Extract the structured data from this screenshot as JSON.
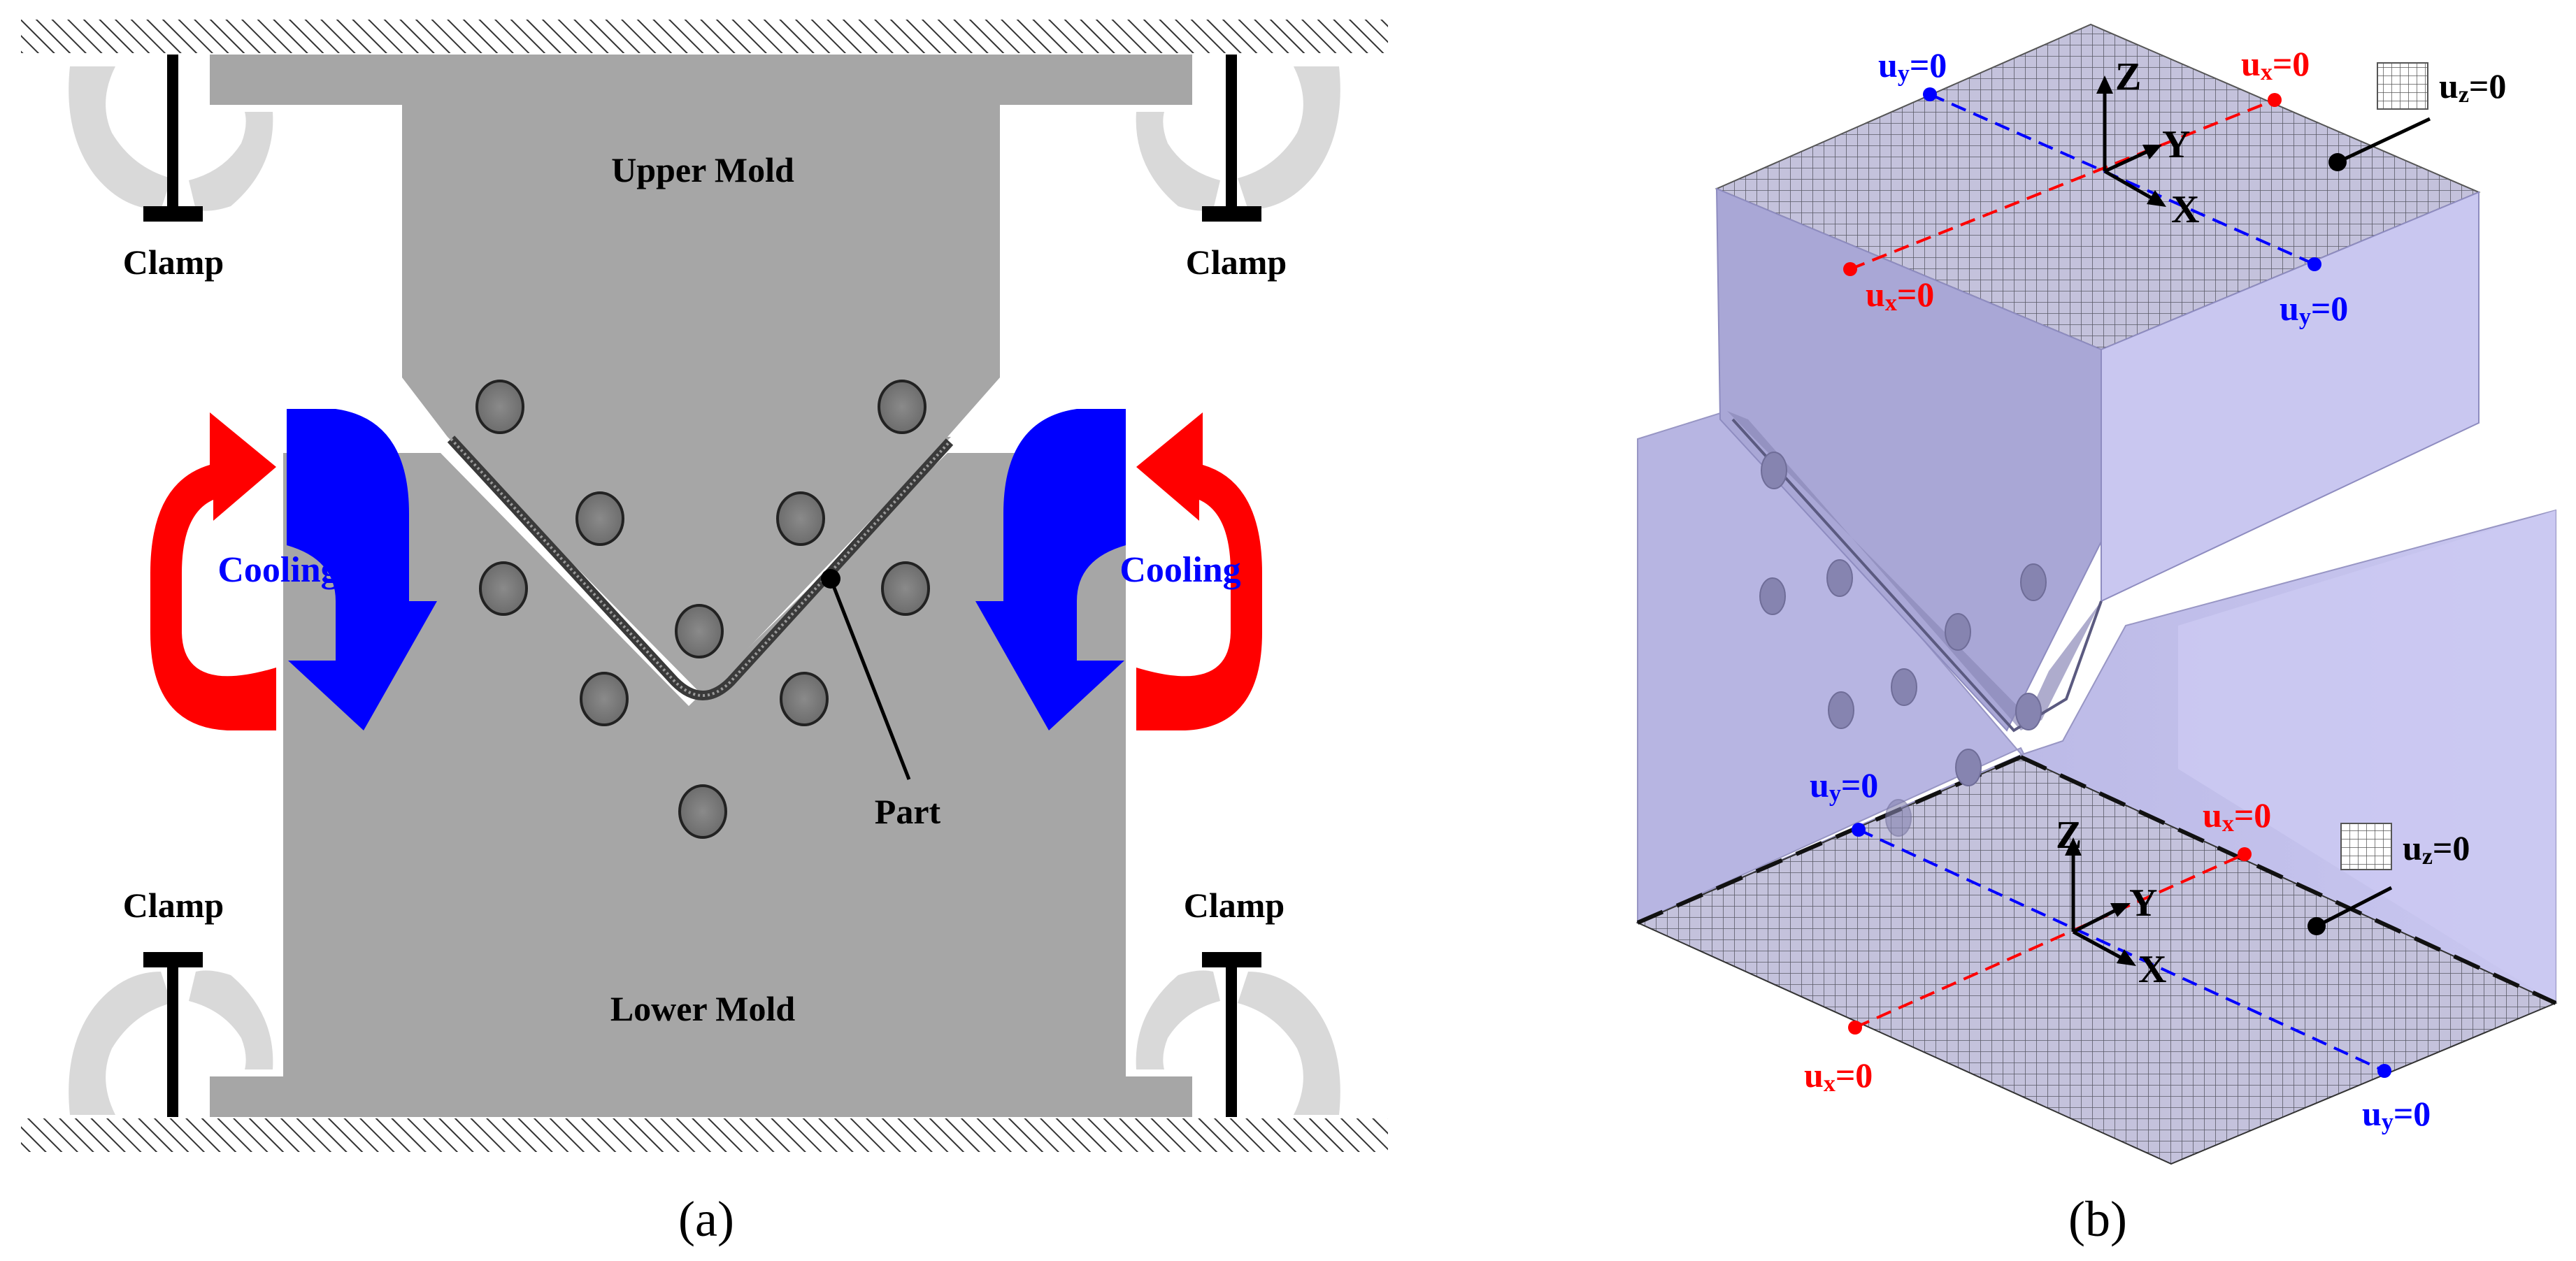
{
  "panel_a": {
    "upper_mold": "Upper Mold",
    "lower_mold": "Lower Mold",
    "clamp_tl": "Clamp",
    "clamp_tr": "Clamp",
    "clamp_bl": "Clamp",
    "clamp_br": "Clamp",
    "cooling_left": "Cooling",
    "cooling_right": "Cooling",
    "part": "Part",
    "caption": "(a)"
  },
  "panel_b": {
    "top": {
      "uy_a": {
        "main": "u",
        "sub": "y",
        "rest": "=0"
      },
      "ux_a": {
        "main": "u",
        "sub": "x",
        "rest": "=0"
      },
      "ux_b": {
        "main": "u",
        "sub": "x",
        "rest": "=0"
      },
      "uy_b": {
        "main": "u",
        "sub": "y",
        "rest": "=0"
      },
      "uz": {
        "main": "u",
        "sub": "z",
        "rest": "=0"
      },
      "axis_z": "Z",
      "axis_y": "Y",
      "axis_x": "X"
    },
    "bottom": {
      "uy_a": {
        "main": "u",
        "sub": "y",
        "rest": "=0"
      },
      "ux_a": {
        "main": "u",
        "sub": "x",
        "rest": "=0"
      },
      "ux_b": {
        "main": "u",
        "sub": "x",
        "rest": "=0"
      },
      "uy_b": {
        "main": "u",
        "sub": "y",
        "rest": "=0"
      },
      "uz": {
        "main": "u",
        "sub": "z",
        "rest": "=0"
      },
      "axis_z": "Z",
      "axis_y": "Y",
      "axis_x": "X"
    },
    "caption": "(b)"
  },
  "colors": {
    "mold": "#a6a6a6",
    "clamp": "#d9d9d9",
    "hot_arrow": "#ff0000",
    "cool_arrow": "#0000ff",
    "hole": "#7f7f7f",
    "block_face": "#bfbdea",
    "block_side": "#a9a7d6",
    "mesh": "#6f6f78",
    "ux": "#ff0000",
    "uy": "#0000ff"
  }
}
